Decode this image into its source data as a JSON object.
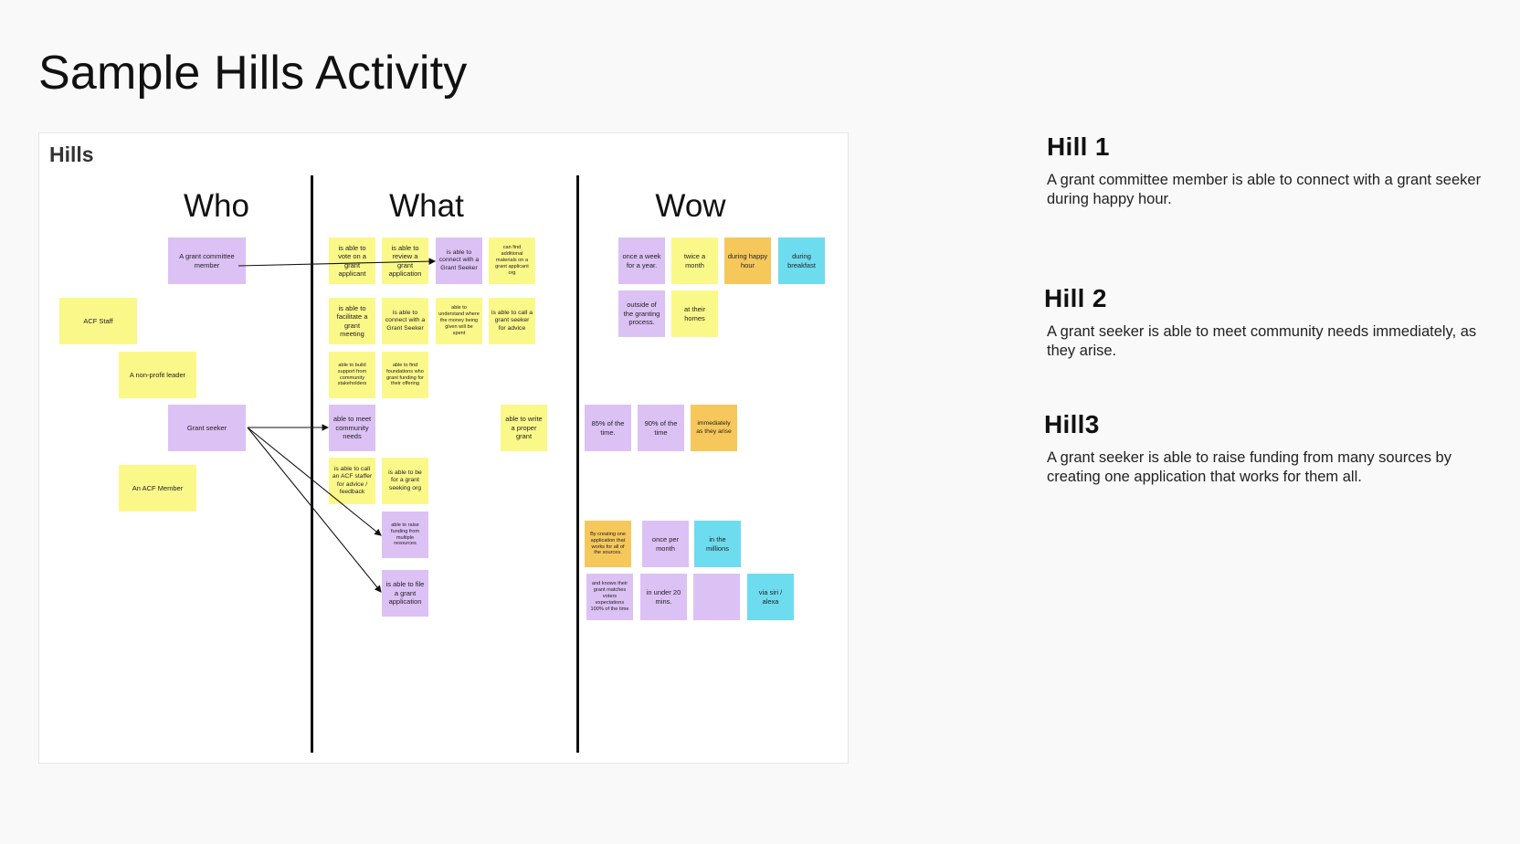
{
  "page": {
    "title": "Sample Hills Activity"
  },
  "board": {
    "label": "Hills",
    "columns": {
      "who": "Who",
      "what": "What",
      "wow": "Wow"
    },
    "colors": {
      "yellow": "#fbf88a",
      "purple": "#dcc1f5",
      "orange": "#f6c85c",
      "cyan": "#6edcef"
    },
    "who_notes": [
      "A grant committee member",
      "ACF Staff",
      "A non-profit leader",
      "Grant seeker",
      "An ACF Member"
    ],
    "what_notes": [
      "is able to vote on a grant applicant",
      "is able to review a grant application",
      "is able to connect with a Grant Seeker",
      "can find additional materials on a grant applicant org",
      "is able to facilitate a grant meeting",
      "is able to connect with a Grant Seeker",
      "able to understand where the money being given will be spent",
      "is able to call a grant seeker for advice",
      "able to build support from community stakeholders",
      "able to find foundations who grant funding for their offering",
      "able to meet community needs",
      "able to write a proper grant",
      "is able to call an ACF staffer for advice / feedback",
      "is able to be for a grant seeking org",
      "able to raise funding from multiple resources",
      "is able to file a grant application"
    ],
    "wow_notes": [
      "once a week for a year.",
      "twice a month",
      "during happy hour",
      "during breakfast",
      "outside of the granting process.",
      "at their homes",
      "85% of the time.",
      "90% of the time",
      "immediately as they arise",
      "By creating one application that works for all of the sources.",
      "once per month",
      "in the millions",
      "and knows their grant matches voters expectations 100% of the time",
      "in under 20 mins.",
      "",
      "via siri / alexa"
    ]
  },
  "hills": [
    {
      "title": "Hill 1",
      "text": "A grant committee member is able to connect with a grant seeker during happy hour."
    },
    {
      "title": "Hill 2",
      "text": "A grant seeker is able to meet community needs immediately, as they arise."
    },
    {
      "title": "Hill3",
      "text": "A grant seeker is able to raise funding from many sources by creating one application that works for them all."
    }
  ]
}
